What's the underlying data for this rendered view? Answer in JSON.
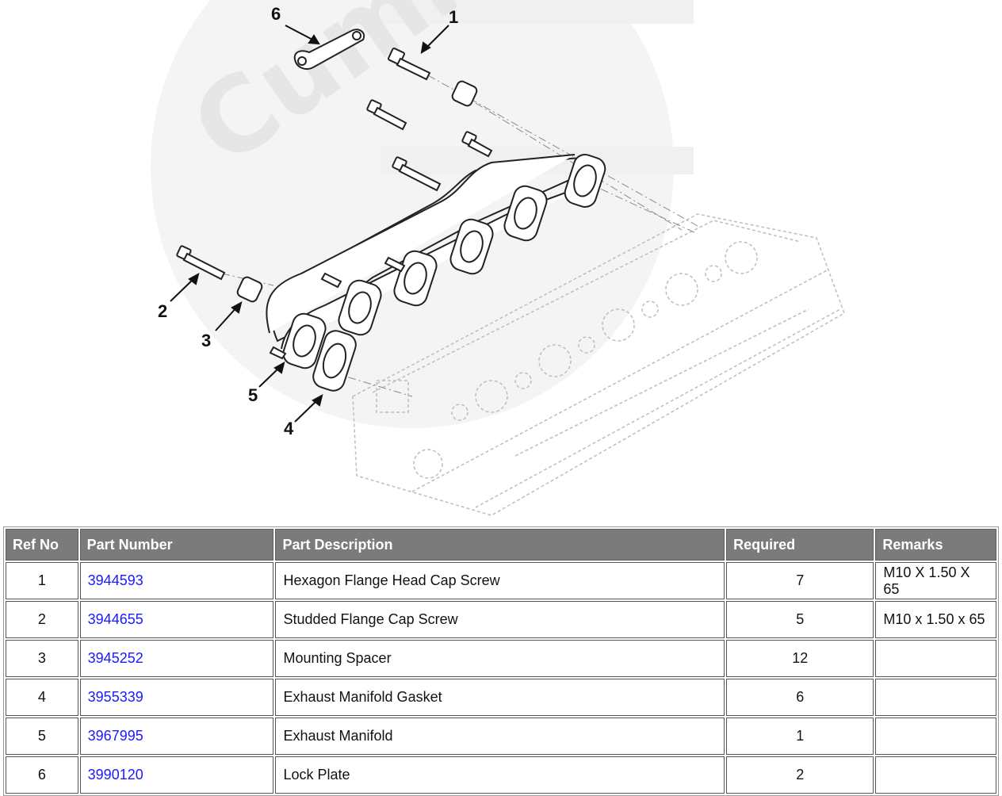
{
  "diagram": {
    "callouts": [
      "1",
      "2",
      "3",
      "4",
      "5",
      "6"
    ],
    "watermark": "Cummins"
  },
  "table": {
    "headers": {
      "ref_no": "Ref No",
      "part_number": "Part Number",
      "part_description": "Part Description",
      "required": "Required",
      "remarks": "Remarks"
    },
    "rows": [
      {
        "ref": "1",
        "part": "3944593",
        "desc": "Hexagon Flange Head Cap Screw",
        "qty": "7",
        "remarks": "M10 X 1.50 X 65"
      },
      {
        "ref": "2",
        "part": "3944655",
        "desc": "Studded Flange Cap Screw",
        "qty": "5",
        "remarks": "M10 x 1.50 x 65"
      },
      {
        "ref": "3",
        "part": "3945252",
        "desc": "Mounting Spacer",
        "qty": "12",
        "remarks": ""
      },
      {
        "ref": "4",
        "part": "3955339",
        "desc": "Exhaust Manifold Gasket",
        "qty": "6",
        "remarks": ""
      },
      {
        "ref": "5",
        "part": "3967995",
        "desc": "Exhaust Manifold",
        "qty": "1",
        "remarks": ""
      },
      {
        "ref": "6",
        "part": "3990120",
        "desc": "Lock Plate",
        "qty": "2",
        "remarks": ""
      }
    ],
    "colors": {
      "header_bg": "#7b7b7b",
      "link": "#1a1aff"
    }
  }
}
